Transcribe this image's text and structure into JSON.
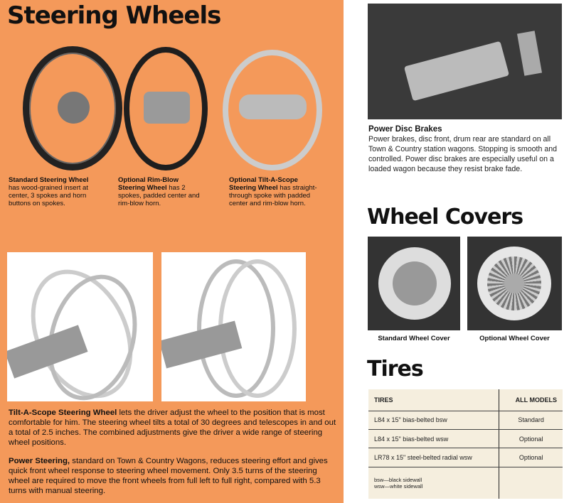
{
  "steering": {
    "title": "Steering Wheels",
    "wheels": [
      {
        "name": "Standard Steering Wheel",
        "desc": "has wood-grained insert at center, 3 spokes and horn buttons on spokes."
      },
      {
        "name": "Optional Rim-Blow Steering Wheel",
        "desc": "has 2 spokes, padded center and rim-blow horn."
      },
      {
        "name": "Optional Tilt-A-Scope Steering Wheel",
        "desc": "has straight-through spoke with padded center and rim-blow horn."
      }
    ],
    "tilt_title": "Tilt-A-Scope Steering Wheel",
    "tilt_text": "lets the driver adjust the wheel to the position that is most comfortable for him. The steering wheel tilts a total of 30 degrees and telescopes in and out a total of 2.5 inches. The combined adjustments give the driver a wide range of steering wheel positions.",
    "power_title": "Power Steering,",
    "power_text": "standard on Town & Country Wagons, reduces steering effort and gives quick front wheel response to steering wheel movement. Only 3.5 turns of the steering wheel are required to move the front wheels from full left to full right, compared with 5.3 turns with manual steering."
  },
  "brakes": {
    "title": "Power Disc Brakes",
    "text": "Power brakes, disc front, drum rear are standard on all Town & Country station wagons. Stopping is smooth and controlled. Power disc brakes are especially useful on a loaded wagon because they resist brake fade."
  },
  "covers": {
    "title": "Wheel Covers",
    "items": [
      "Standard Wheel Cover",
      "Optional Wheel Cover"
    ]
  },
  "tires": {
    "title": "Tires",
    "headers": [
      "TIRES",
      "ALL MODELS"
    ],
    "rows": [
      [
        "L84 x 15\" bias-belted bsw",
        "Standard"
      ],
      [
        "L84 x 15\" bias-belted wsw",
        "Optional"
      ],
      [
        "LR78 x 15\" steel-belted radial wsw",
        "Optional"
      ]
    ],
    "legend": [
      "bsw—black sidewall",
      "wsw—white sidewall"
    ]
  },
  "colors": {
    "orange": "#f4995a"
  }
}
